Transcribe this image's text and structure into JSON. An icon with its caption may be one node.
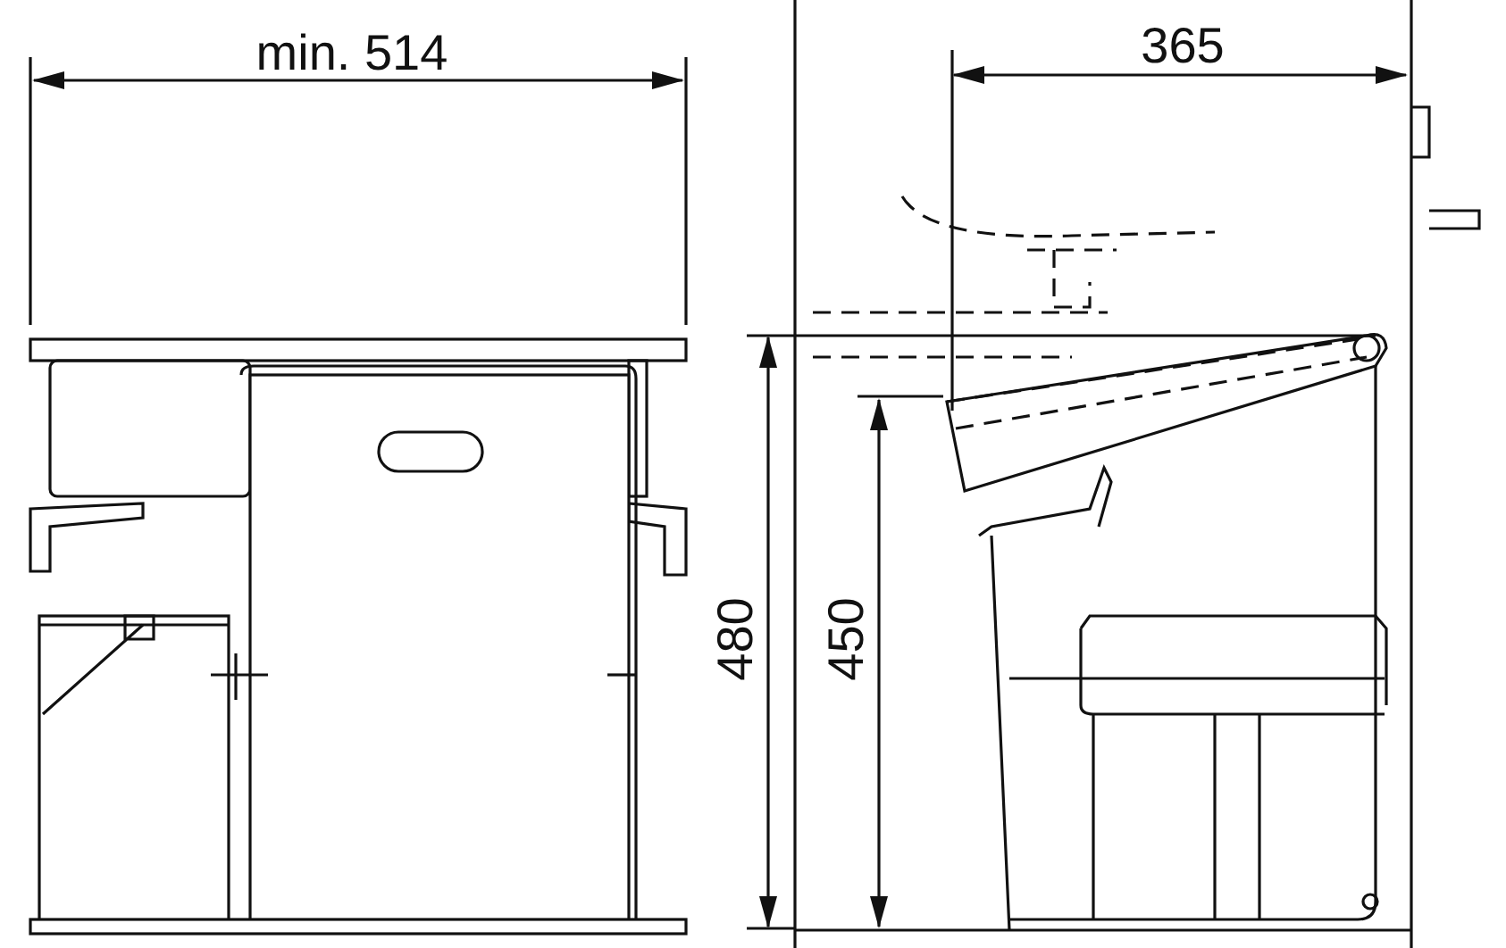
{
  "diagram": {
    "labels": [
      "min. 514",
      "365",
      "480",
      "450"
    ]
  }
}
